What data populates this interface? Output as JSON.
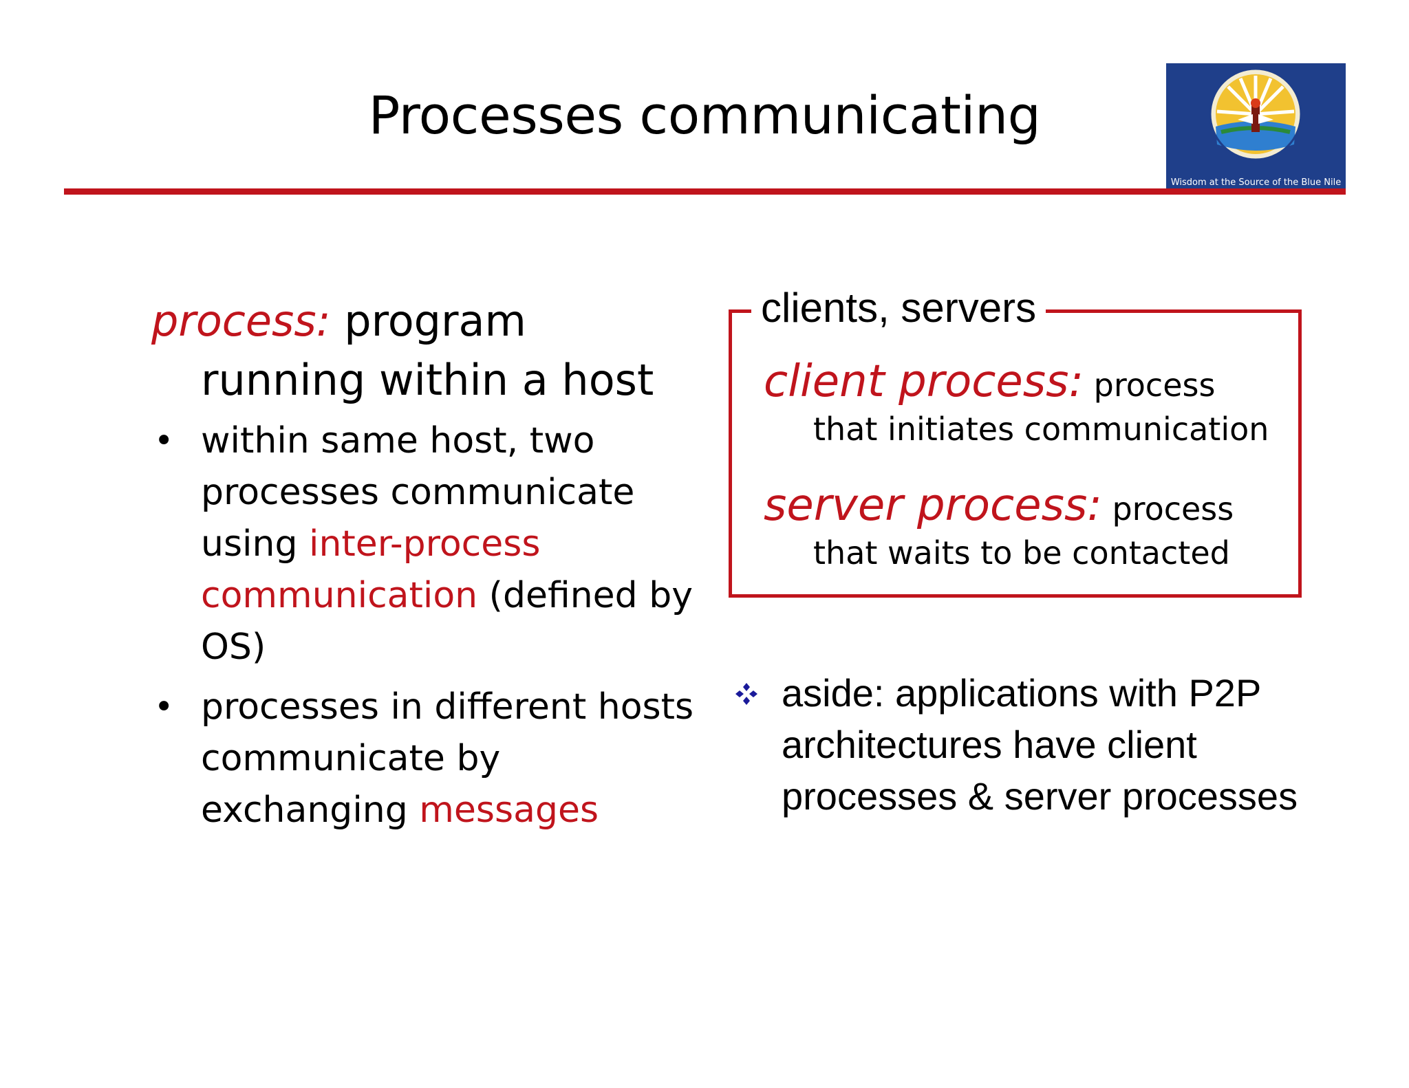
{
  "slide": {
    "title": "Processes communicating"
  },
  "logo": {
    "caption": "Wisdom at the Source of the Blue Nile"
  },
  "left": {
    "lead_term": "process:",
    "lead_text": " program running within a host",
    "bullets": [
      {
        "part1": "within same host, two processes communicate using ",
        "highlight": "inter-process communication",
        "part2": " (defined by OS)"
      },
      {
        "part1": "processes in different hosts communicate by exchanging ",
        "highlight": "messages",
        "part2": ""
      }
    ]
  },
  "box": {
    "label": "clients, servers",
    "client_term": "client process:",
    "client_first": " process",
    "client_cont": "that initiates communication",
    "server_term": "server process:",
    "server_first": " process",
    "server_cont": "that waits to be contacted"
  },
  "aside": {
    "text": "aside: applications with P2P architectures have client processes & server processes"
  },
  "colors": {
    "accent": "#c0141c",
    "logo_bg": "#1f3f8a",
    "aside_icon": "#1a1a9a"
  }
}
